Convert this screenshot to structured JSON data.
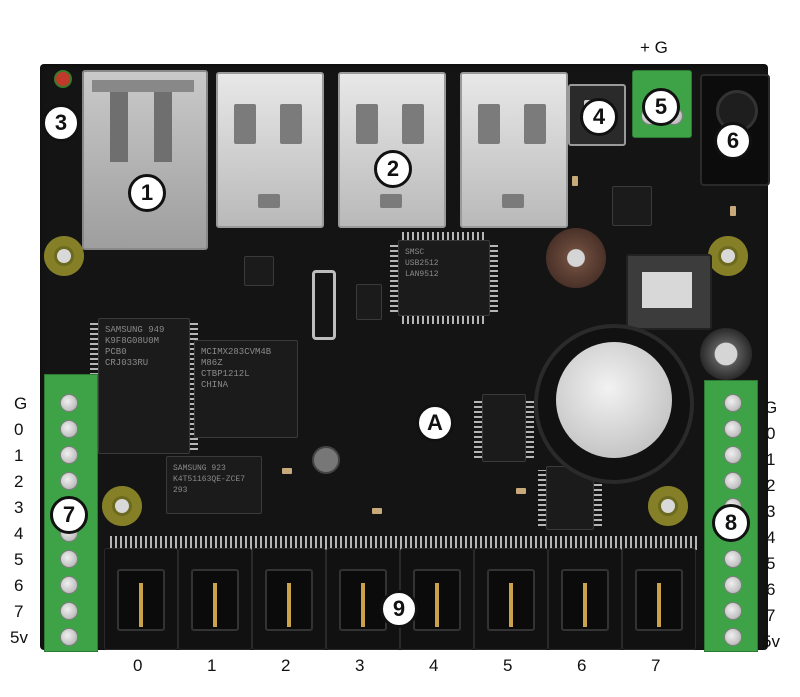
{
  "callouts": {
    "c1": "1",
    "c2": "2",
    "c3": "3",
    "c4": "4",
    "c5": "5",
    "c6": "6",
    "c7": "7",
    "c8": "8",
    "c9": "9",
    "cA": "A"
  },
  "power_label": "+ G",
  "left_terminal_labels": [
    "G",
    "0",
    "1",
    "2",
    "3",
    "4",
    "5",
    "6",
    "7",
    "5v"
  ],
  "right_terminal_labels": [
    "G",
    "0",
    "1",
    "2",
    "3",
    "4",
    "5",
    "6",
    "7",
    "5v"
  ],
  "bottom_connector_labels": [
    "0",
    "1",
    "2",
    "3",
    "4",
    "5",
    "6",
    "7"
  ],
  "chips": {
    "flash": "SAMSUNG 949\nK9F8G08U0M\nPCB0\nCRJ033RU",
    "cpu": "MCIMX283CVM4B\nM86Z\nCTBP1212L\nCHINA",
    "ram": "SAMSUNG 923\nK4T51163QE-ZCE7\n293",
    "usbhub": "SMSC\nUSB2512\nLAN9512"
  }
}
